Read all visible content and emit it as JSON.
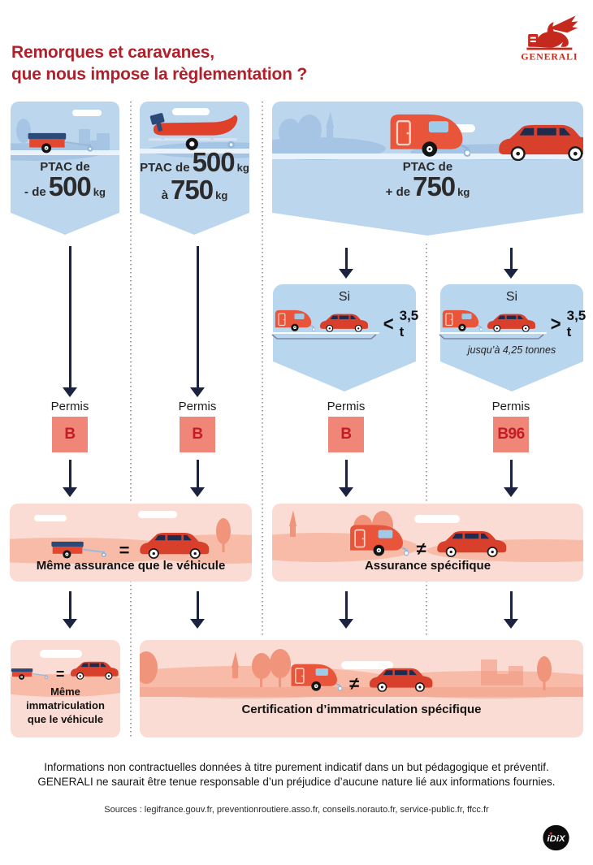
{
  "title": {
    "line1": "Remorques et caravanes,",
    "line2": "que nous impose la règlementation ?"
  },
  "brand": {
    "name": "GENERALI"
  },
  "colors": {
    "title_red": "#B01F2A",
    "generali_red": "#C5281C",
    "navy_arrow": "#1C2340",
    "banner_blue": "#BCD6EE",
    "landscape_blue": "#A6C5E5",
    "pink_box": "#FBDCD4",
    "landscape_pink": "#F7BBA7",
    "permit_bg": "#EF8678",
    "permit_text": "#C21C24",
    "vehicle_red": "#E2492F"
  },
  "banners": [
    {
      "line1": "PTAC de",
      "line2_small": "- de",
      "line2_big": "500",
      "line2_unit": "kg"
    },
    {
      "line1_small": "PTAC de",
      "line1_big": "500",
      "line1_unit": "kg",
      "line2_small": "à",
      "line2_big": "750",
      "line2_unit": "kg"
    },
    {
      "line1": "PTAC de",
      "line2_small": "+ de",
      "line2_big": "750",
      "line2_unit": "kg"
    }
  ],
  "conditions": [
    {
      "title": "Si",
      "operator": "<",
      "weight": "3,5 t",
      "note": ""
    },
    {
      "title": "Si",
      "operator": ">",
      "weight": "3,5 t",
      "note": "jusqu’à 4,25 tonnes"
    }
  ],
  "permits": [
    {
      "label": "Permis",
      "code": "B"
    },
    {
      "label": "Permis",
      "code": "B"
    },
    {
      "label": "Permis",
      "code": "B"
    },
    {
      "label": "Permis",
      "code": "B96"
    }
  ],
  "insurance": {
    "same": {
      "relation": "=",
      "text": "Même assurance que le véhicule"
    },
    "specific": {
      "relation": "≠",
      "text": "Assurance spécifique"
    }
  },
  "registration": {
    "same": {
      "relation": "=",
      "text": "Même immatriculation que le véhicule"
    },
    "specific": {
      "relation": "≠",
      "text": "Certification d’immatriculation spécifique"
    }
  },
  "footer": {
    "disclaimer_line1": "Informations non contractuelles données à titre purement indicatif dans un but pédagogique et préventif.",
    "disclaimer_line2": "GENERALI ne saurait être tenue responsable d’un préjudice d’aucune nature lié aux informations fournies.",
    "sources": "Sources : legifrance.gouv.fr, preventionroutiere.asso.fr, conseils.norauto.fr, service-public.fr, ffcc.fr",
    "credit": "iDiX"
  }
}
